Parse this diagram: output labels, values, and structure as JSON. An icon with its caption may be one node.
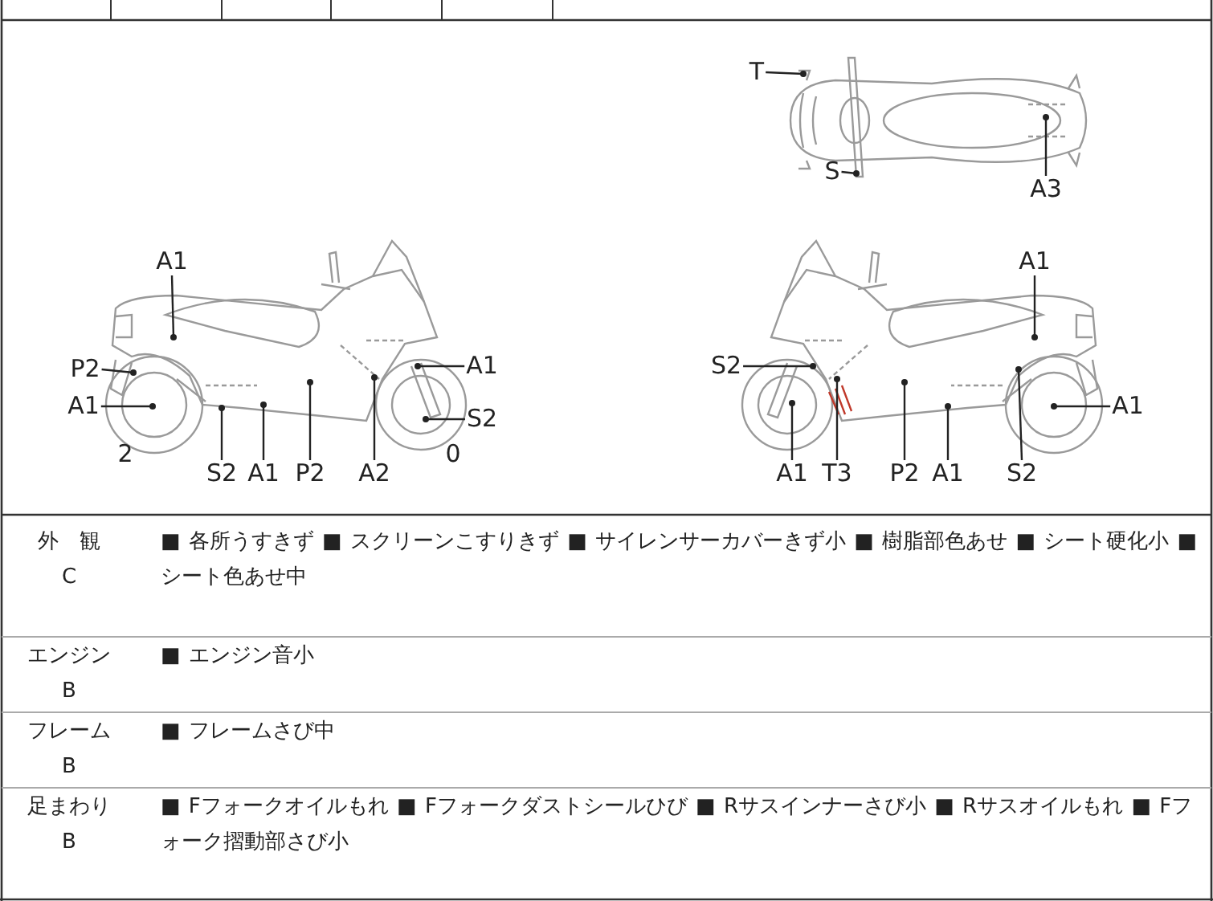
{
  "diagram": {
    "nodes": [
      {
        "text": [
          "T"
        ]
      },
      {
        "text": [
          "S"
        ]
      },
      {
        "text": [
          "A3"
        ]
      },
      {
        "text": [
          "A1"
        ]
      },
      {
        "text": [
          "P2"
        ]
      },
      {
        "text": [
          "A1"
        ]
      },
      {
        "text": [
          "S2"
        ]
      },
      {
        "text": [
          "A1"
        ]
      },
      {
        "text": [
          "P2"
        ]
      },
      {
        "text": [
          "A2"
        ]
      },
      {
        "text": [
          "A1"
        ]
      },
      {
        "text": [
          "S2"
        ]
      },
      {
        "text": [
          "A1"
        ]
      },
      {
        "text": [
          "S2"
        ]
      },
      {
        "text": [
          "A1"
        ]
      },
      {
        "text": [
          "A1"
        ]
      },
      {
        "text": [
          "T3"
        ]
      },
      {
        "text": [
          "P2"
        ]
      },
      {
        "text": [
          "A1"
        ]
      },
      {
        "text": [
          "S2"
        ]
      }
    ],
    "edges": [
      {
        "from": 0,
        "to": null,
        "arrow": "other"
      },
      {
        "from": 1,
        "to": null,
        "arrow": "other"
      },
      {
        "from": 2,
        "to": null,
        "arrow": "other"
      },
      {
        "from": 3,
        "to": null,
        "arrow": "other"
      },
      {
        "from": 4,
        "to": null,
        "arrow": "other"
      },
      {
        "from": 5,
        "to": null,
        "arrow": "other"
      },
      {
        "from": 6,
        "to": null,
        "arrow": "other"
      },
      {
        "from": 7,
        "to": null,
        "arrow": "other"
      },
      {
        "from": 8,
        "to": null,
        "arrow": "other"
      },
      {
        "from": 9,
        "to": null,
        "arrow": "other"
      },
      {
        "from": 10,
        "to": null,
        "arrow": "other"
      },
      {
        "from": 11,
        "to": null,
        "arrow": "other"
      },
      {
        "from": 12,
        "to": null,
        "arrow": "other"
      },
      {
        "from": 13,
        "to": null,
        "arrow": "other"
      },
      {
        "from": 14,
        "to": null,
        "arrow": "other"
      },
      {
        "from": 15,
        "to": null,
        "arrow": "other"
      },
      {
        "from": 16,
        "to": null,
        "arrow": "other"
      },
      {
        "from": 17,
        "to": null,
        "arrow": "other"
      },
      {
        "from": 18,
        "to": null,
        "arrow": "other"
      },
      {
        "from": 19,
        "to": null,
        "arrow": "other"
      }
    ],
    "labels": [
      "2",
      "0",
      "外　観",
      "C",
      "■ 各所うすきず ■ スクリーンこすりきず ■ サイレンサーカバーきず小 ■ 樹脂部色あせ ■ シート硬化小 ■ シート色あせ中",
      "エンジン",
      "B",
      "■ エンジン音小",
      "フレーム",
      "B",
      "■ フレームさび中",
      "足まわり",
      "B",
      "■ Fフォークオイルもれ ■ Fフォークダストシールひび ■ Rサスインナーさび小 ■ Rサスオイルもれ ■ Fフォーク摺動部さび小"
    ]
  }
}
